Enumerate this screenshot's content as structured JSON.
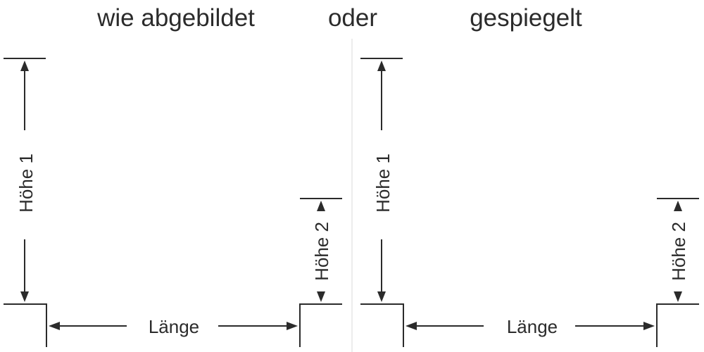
{
  "titles": {
    "left": "wie abgebildet",
    "middle": "oder",
    "right": "gespiegelt"
  },
  "labels": {
    "height1": "Höhe 1",
    "height2": "Höhe 2",
    "length": "Länge"
  },
  "colors": {
    "line": "#2b2b2b",
    "divider": "#d8d8d8"
  }
}
